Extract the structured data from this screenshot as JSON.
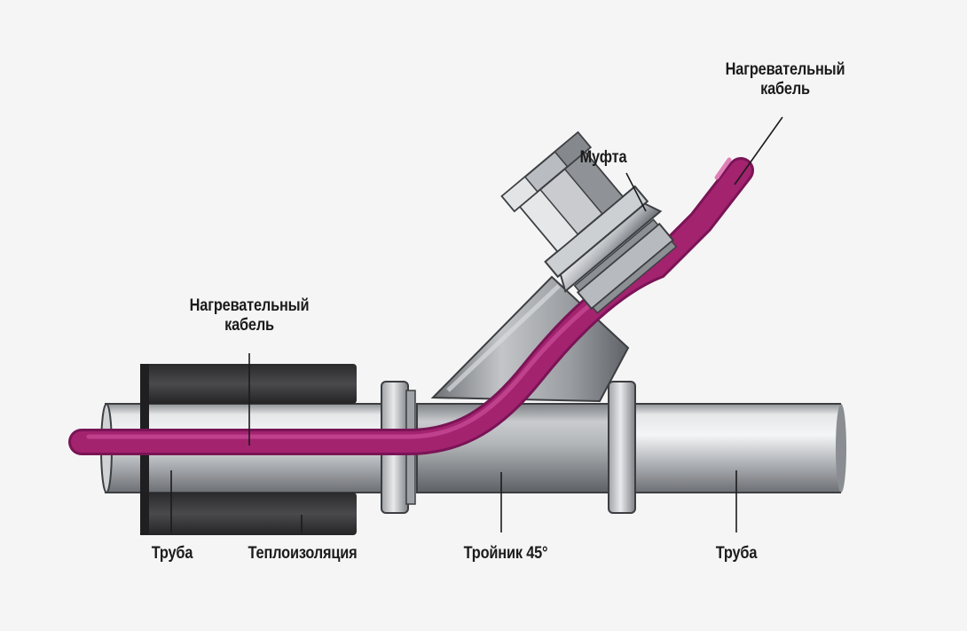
{
  "labels": {
    "cable_top": {
      "line1": "Нагревательный",
      "line2": "кабель"
    },
    "coupling": "Муфта",
    "cable_left": {
      "line1": "Нагревательный",
      "line2": "кабель"
    },
    "pipe_left": "Труба",
    "insulation": "Теплоизоляция",
    "tee": "Тройник 45°",
    "pipe_right": "Труба"
  },
  "colors": {
    "cable": "#9b1f6e",
    "cable_highlight": "#c2408f",
    "pipe": "#b9bcc0",
    "insulation": "#3a3a3c",
    "background": "#f5f5f5"
  }
}
